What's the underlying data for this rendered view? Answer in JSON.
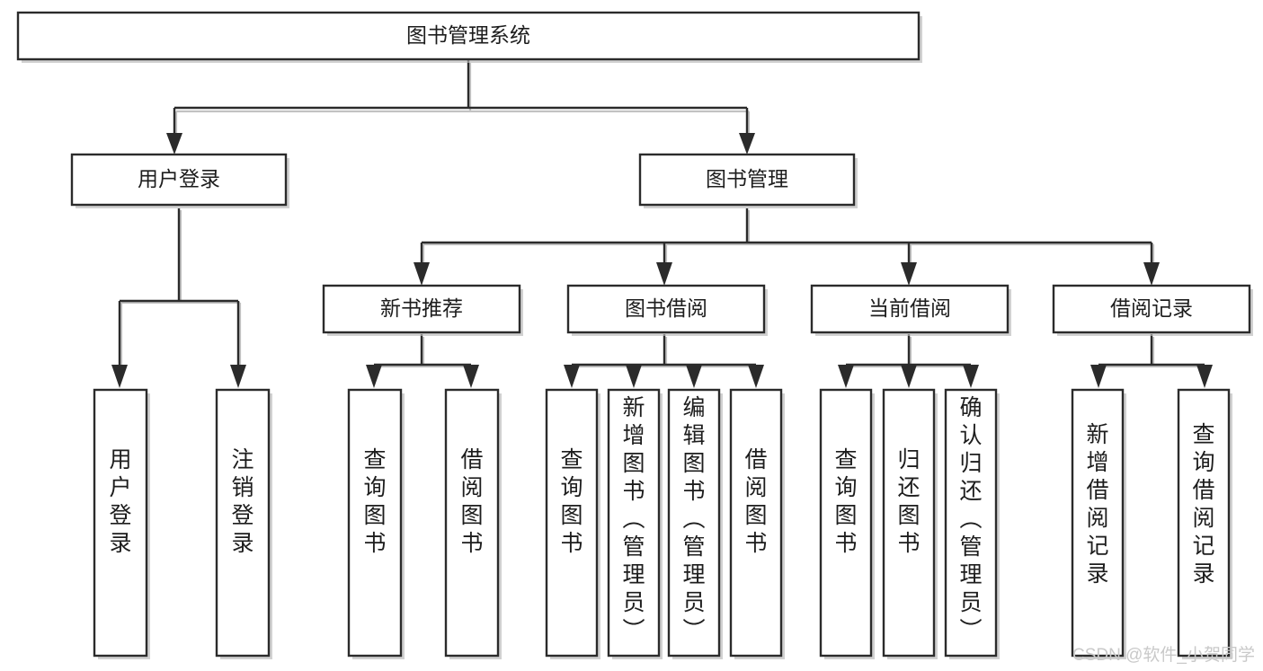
{
  "diagram": {
    "type": "tree-hierarchy-function-decomposition",
    "root": {
      "id": "root",
      "label": "图书管理系统",
      "orientation": "horizontal"
    },
    "level1": [
      {
        "id": "user-login",
        "label": "用户登录",
        "orientation": "horizontal"
      },
      {
        "id": "book-manage",
        "label": "图书管理",
        "orientation": "horizontal"
      }
    ],
    "level2": [
      {
        "id": "new-book-recommend",
        "label": "新书推荐",
        "orientation": "horizontal",
        "parent": "book-manage"
      },
      {
        "id": "book-borrow",
        "label": "图书借阅",
        "orientation": "horizontal",
        "parent": "book-manage"
      },
      {
        "id": "current-borrow",
        "label": "当前借阅",
        "orientation": "horizontal",
        "parent": "book-manage"
      },
      {
        "id": "borrow-record",
        "label": "借阅记录",
        "orientation": "horizontal",
        "parent": "book-manage"
      }
    ],
    "leaves": [
      {
        "id": "leaf-user-login",
        "label": "用户登录",
        "orientation": "vertical",
        "parent": "user-login"
      },
      {
        "id": "leaf-logout-login",
        "label": "注销登录",
        "orientation": "vertical",
        "parent": "user-login"
      },
      {
        "id": "leaf-query-book-1",
        "label": "查询图书",
        "orientation": "vertical",
        "parent": "new-book-recommend"
      },
      {
        "id": "leaf-borrow-book-1",
        "label": "借阅图书",
        "orientation": "vertical",
        "parent": "new-book-recommend"
      },
      {
        "id": "leaf-query-book-2",
        "label": "查询图书",
        "orientation": "vertical",
        "parent": "book-borrow"
      },
      {
        "id": "leaf-add-book",
        "label": "新增图书（管理员）",
        "orientation": "vertical",
        "parent": "book-borrow"
      },
      {
        "id": "leaf-edit-book",
        "label": "编辑图书（管理员）",
        "orientation": "vertical",
        "parent": "book-borrow"
      },
      {
        "id": "leaf-borrow-book-2",
        "label": "借阅图书",
        "orientation": "vertical",
        "parent": "book-borrow"
      },
      {
        "id": "leaf-query-book-3",
        "label": "查询图书",
        "orientation": "vertical",
        "parent": "current-borrow"
      },
      {
        "id": "leaf-return-book",
        "label": "归还图书",
        "orientation": "vertical",
        "parent": "current-borrow"
      },
      {
        "id": "leaf-confirm-return",
        "label": "确认归还（管理员）",
        "orientation": "vertical",
        "parent": "current-borrow"
      },
      {
        "id": "leaf-add-record",
        "label": "新增借阅记录",
        "orientation": "vertical",
        "parent": "borrow-record"
      },
      {
        "id": "leaf-query-record",
        "label": "查询借阅记录",
        "orientation": "vertical",
        "parent": "borrow-record"
      }
    ],
    "watermark": "CSDN @软件_小贺同学",
    "colors": {
      "stroke": "#2b2b2b",
      "fill": "#ffffff",
      "text": "#1d1d1d",
      "shadow": "#b9b9b9",
      "watermark": "#c9c9c9",
      "background": "#ffffff"
    }
  }
}
